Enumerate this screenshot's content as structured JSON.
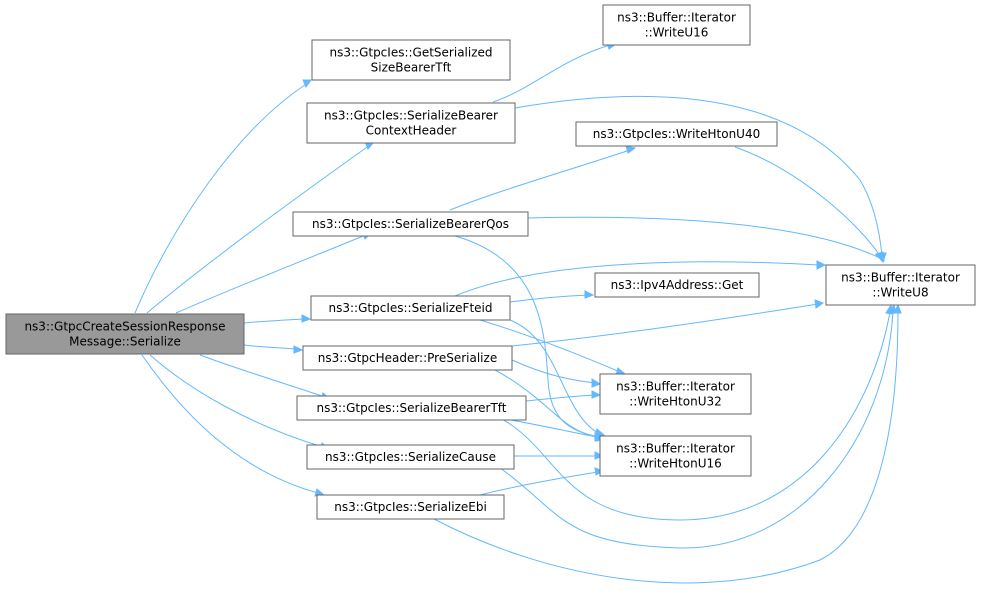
{
  "nodes": {
    "root": {
      "lines": [
        "ns3::GtpcCreateSessionResponse",
        "Message::Serialize"
      ]
    },
    "getsize": {
      "lines": [
        "ns3::GtpcIes::GetSerialized",
        "SizeBearerTft"
      ]
    },
    "sbch": {
      "lines": [
        "ns3::GtpcIes::SerializeBearer",
        "ContextHeader"
      ]
    },
    "sbqos": {
      "lines": [
        "ns3::GtpcIes::SerializeBearerQos"
      ]
    },
    "sfteid": {
      "lines": [
        "ns3::GtpcIes::SerializeFteid"
      ]
    },
    "preser": {
      "lines": [
        "ns3::GtpcHeader::PreSerialize"
      ]
    },
    "sbtft": {
      "lines": [
        "ns3::GtpcIes::SerializeBearerTft"
      ]
    },
    "scause": {
      "lines": [
        "ns3::GtpcIes::SerializeCause"
      ]
    },
    "sebi": {
      "lines": [
        "ns3::GtpcIes::SerializeEbi"
      ]
    },
    "writeu16": {
      "lines": [
        "ns3::Buffer::Iterator",
        "::WriteU16"
      ]
    },
    "writehu40": {
      "lines": [
        "ns3::GtpcIes::WriteHtonU40"
      ]
    },
    "ipv4get": {
      "lines": [
        "ns3::Ipv4Address::Get"
      ]
    },
    "writehu32": {
      "lines": [
        "ns3::Buffer::Iterator",
        "::WriteHtonU32"
      ]
    },
    "writehu16": {
      "lines": [
        "ns3::Buffer::Iterator",
        "::WriteHtonU16"
      ]
    },
    "writeu8": {
      "lines": [
        "ns3::Buffer::Iterator",
        "::WriteU8"
      ]
    }
  },
  "edges": [
    [
      "root",
      "getsize"
    ],
    [
      "root",
      "sbch"
    ],
    [
      "root",
      "sbqos"
    ],
    [
      "root",
      "sfteid"
    ],
    [
      "root",
      "preser"
    ],
    [
      "root",
      "sbtft"
    ],
    [
      "root",
      "scause"
    ],
    [
      "root",
      "sebi"
    ],
    [
      "sbch",
      "writeu16"
    ],
    [
      "sbch",
      "writeu8"
    ],
    [
      "sbqos",
      "writehu40"
    ],
    [
      "sbqos",
      "writeu8"
    ],
    [
      "sbqos",
      "writehu16"
    ],
    [
      "writehu40",
      "writeu8"
    ],
    [
      "sfteid",
      "writeu8"
    ],
    [
      "sfteid",
      "ipv4get"
    ],
    [
      "sfteid",
      "writehu32"
    ],
    [
      "sfteid",
      "writehu16"
    ],
    [
      "preser",
      "writeu8"
    ],
    [
      "preser",
      "writehu32"
    ],
    [
      "preser",
      "writehu16"
    ],
    [
      "sbtft",
      "writehu32"
    ],
    [
      "sbtft",
      "writehu16"
    ],
    [
      "sbtft",
      "writeu8"
    ],
    [
      "scause",
      "writehu16"
    ],
    [
      "scause",
      "writeu8"
    ],
    [
      "sebi",
      "writehu16"
    ],
    [
      "sebi",
      "writeu8"
    ]
  ],
  "colors": {
    "edge": "#63b8ff",
    "root_fill": "#999999",
    "node_border": "#666666"
  }
}
